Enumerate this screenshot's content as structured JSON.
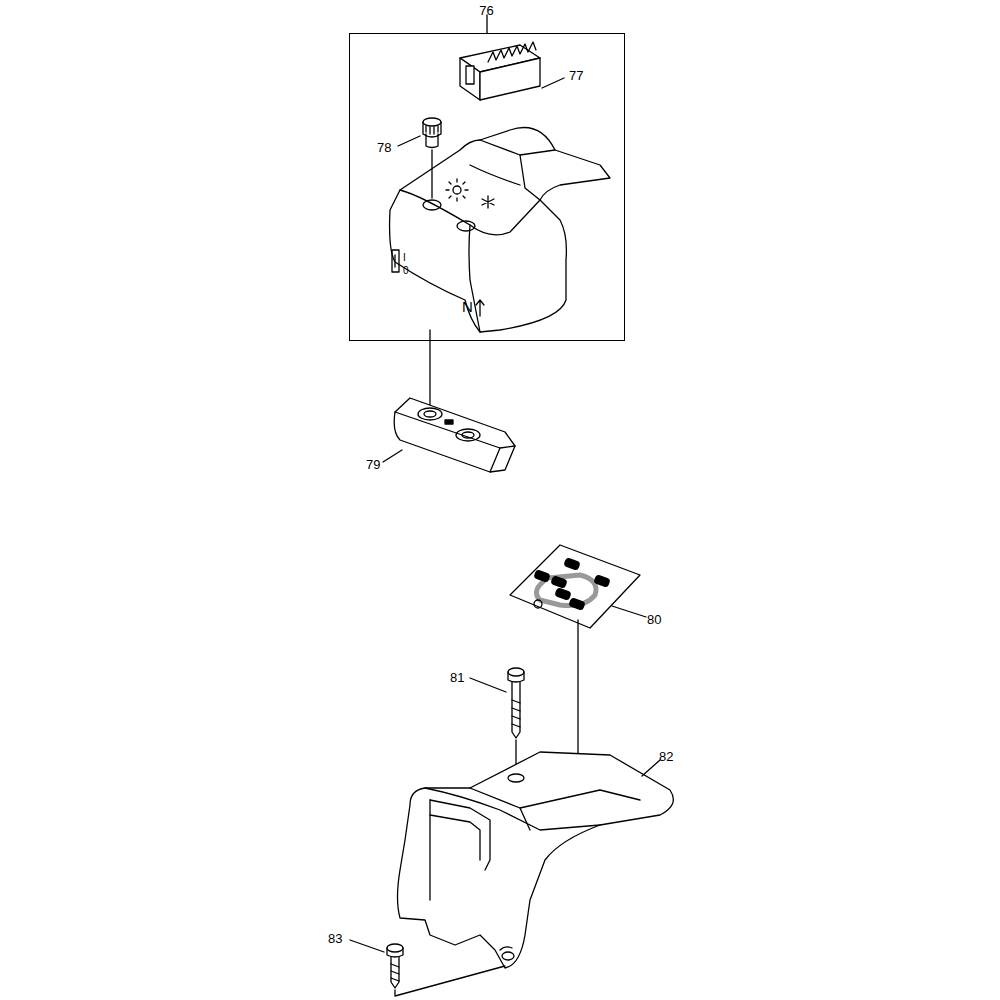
{
  "diagram": {
    "nodes": [
      {
        "text": [
          "76"
        ]
      }
    ],
    "labels": [
      "77",
      "78",
      "I",
      "0",
      "N",
      "79",
      "80",
      "81",
      "82",
      "83"
    ]
  }
}
